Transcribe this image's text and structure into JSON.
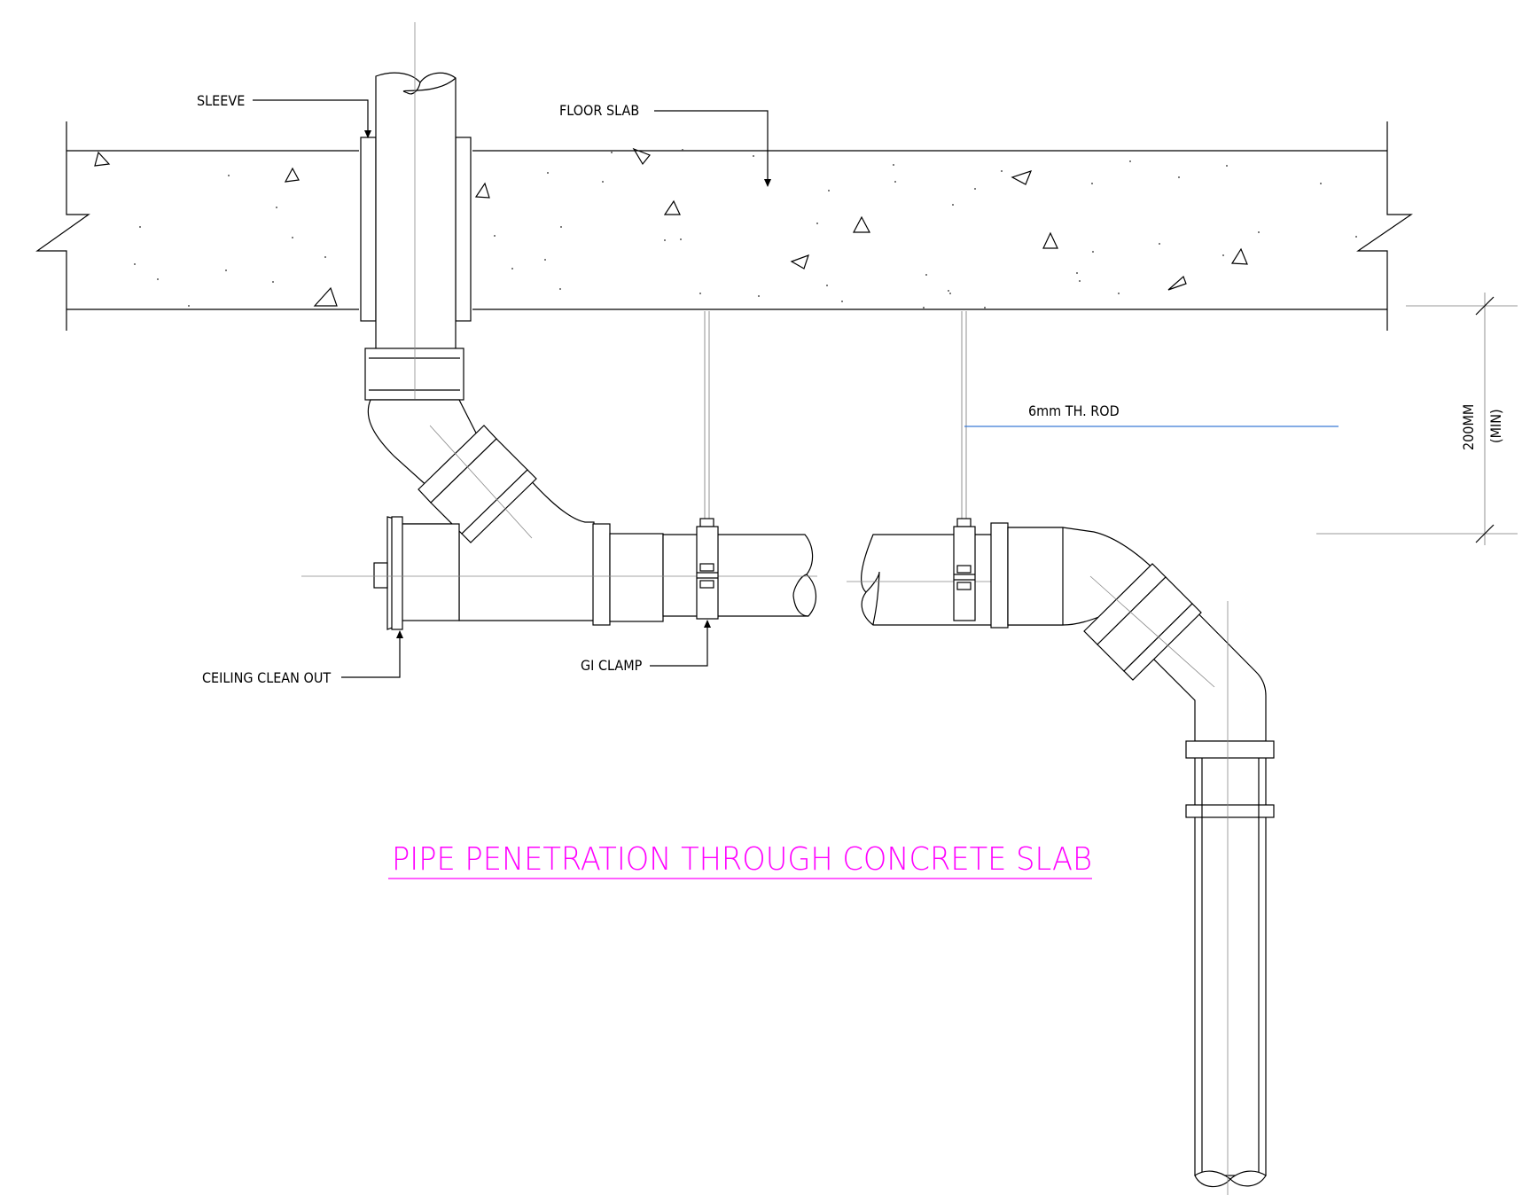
{
  "title": "PIPE PENETRATION THROUGH CONCRETE SLAB",
  "labels": {
    "sleeve": "SLEEVE",
    "floor_slab": "FLOOR SLAB",
    "rod": "6mm TH. ROD",
    "dimension": "200MM",
    "dimension_note": "(MIN)",
    "clean_out": "CEILING CLEAN OUT",
    "clamp": "GI CLAMP"
  },
  "colors": {
    "title": "#ff00ff",
    "rod_leader": "#3a7bd5",
    "lines": "#000000"
  }
}
